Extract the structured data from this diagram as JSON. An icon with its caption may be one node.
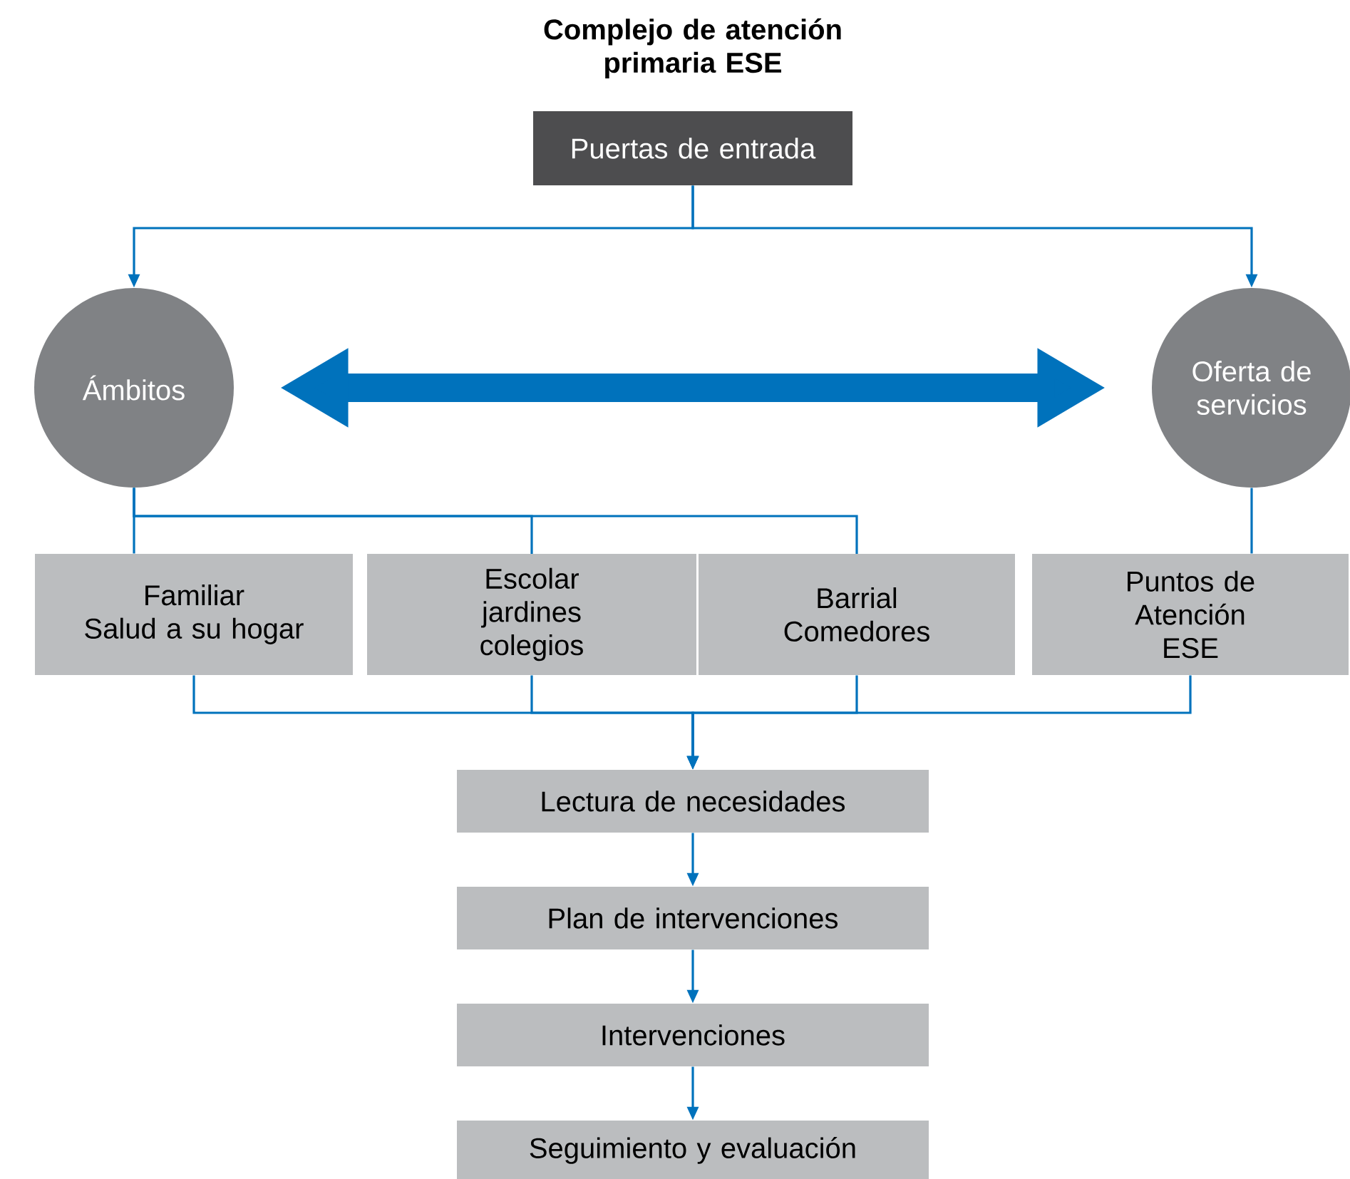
{
  "diagram": {
    "title": "Complejo de atención primaria ESE",
    "nodes": [
      {
        "text": [
          "Puertas de entrada"
        ]
      },
      {
        "text": [
          "Ámbitos"
        ]
      },
      {
        "text": [
          "Oferta de servicios"
        ]
      },
      {
        "text": [
          "Familiar",
          "Salud a su hogar"
        ]
      },
      {
        "text": [
          "Escolar",
          "jardines colegios"
        ]
      },
      {
        "text": [
          "Barrial",
          "Comedores"
        ]
      },
      {
        "text": [
          "Puntos de Atención ESE"
        ]
      },
      {
        "text": [
          "Lectura de necesidades"
        ]
      },
      {
        "text": [
          "Plan de intervenciones"
        ]
      },
      {
        "text": [
          "Intervenciones"
        ]
      },
      {
        "text": [
          "Seguimiento y evaluación"
        ]
      }
    ],
    "edges": [
      {
        "from": 0,
        "to": 1,
        "arrow": "to"
      },
      {
        "from": 0,
        "to": 2,
        "arrow": "to"
      },
      {
        "from": 1,
        "to": 2,
        "arrow": "both",
        "style": "thick",
        "color": "#0072bc"
      },
      {
        "from": 1,
        "to": 3,
        "arrow": "none"
      },
      {
        "from": 1,
        "to": 4,
        "arrow": "none"
      },
      {
        "from": 1,
        "to": 5,
        "arrow": "none"
      },
      {
        "from": 2,
        "to": 6,
        "arrow": "none"
      },
      {
        "from": 3,
        "to": 7,
        "arrow": "to"
      },
      {
        "from": 4,
        "to": 7,
        "arrow": "to"
      },
      {
        "from": 5,
        "to": 7,
        "arrow": "to"
      },
      {
        "from": 6,
        "to": 7,
        "arrow": "to"
      },
      {
        "from": 7,
        "to": 8,
        "arrow": "to"
      },
      {
        "from": 8,
        "to": 9,
        "arrow": "to"
      },
      {
        "from": 9,
        "to": 10,
        "arrow": "to"
      }
    ]
  }
}
